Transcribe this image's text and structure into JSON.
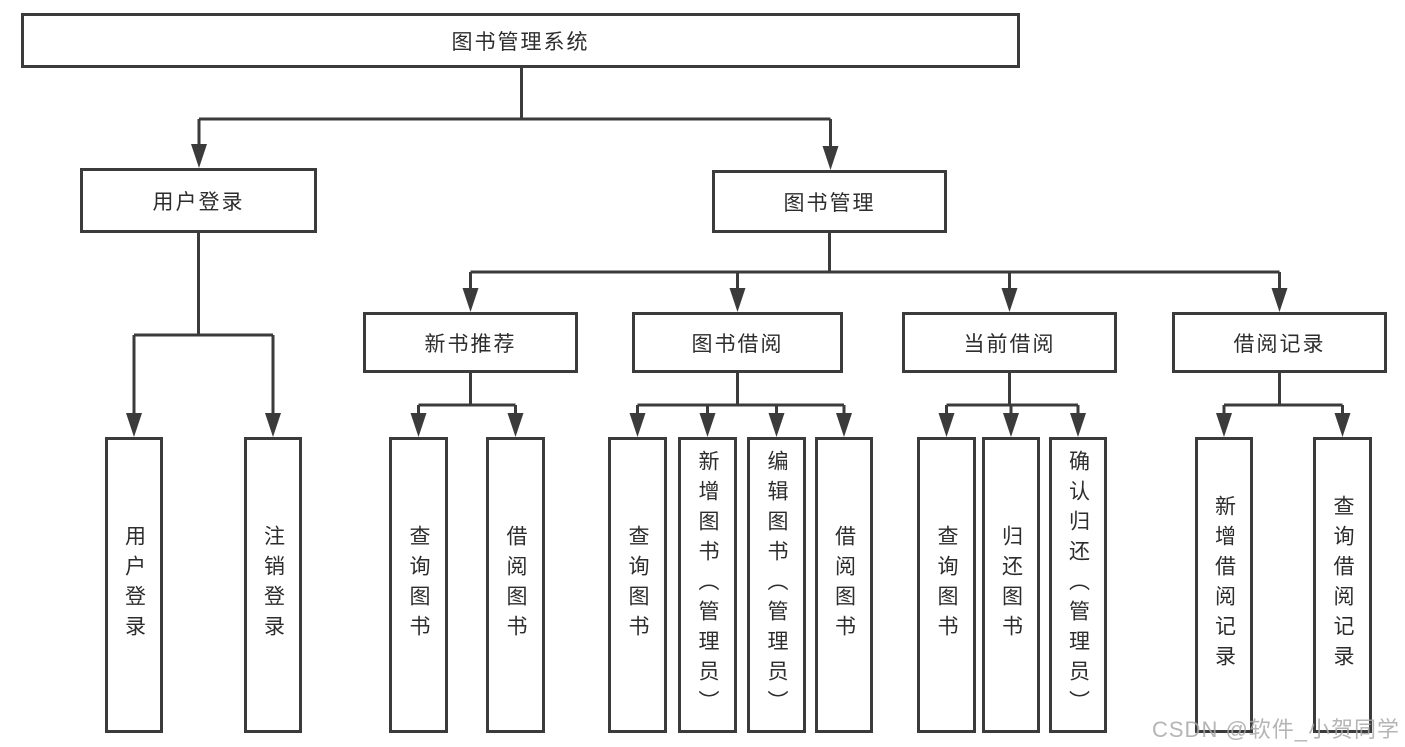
{
  "diagram": {
    "root": {
      "label": "图书管理系统"
    },
    "level1": [
      {
        "id": "user-login",
        "label": "用户登录"
      },
      {
        "id": "book-management",
        "label": "图书管理"
      }
    ],
    "level2": [
      {
        "id": "new-book-recommend",
        "label": "新书推荐",
        "parent": "图书管理"
      },
      {
        "id": "book-borrowing",
        "label": "图书借阅",
        "parent": "图书管理"
      },
      {
        "id": "current-borrowing",
        "label": "当前借阅",
        "parent": "图书管理"
      },
      {
        "id": "borrowing-records",
        "label": "借阅记录",
        "parent": "图书管理"
      }
    ],
    "leaves": [
      {
        "id": "user-login-leaf",
        "label": "用户登录",
        "parent": "用户登录"
      },
      {
        "id": "logout-leaf",
        "label": "注销登录",
        "parent": "用户登录"
      },
      {
        "id": "query-books-recommend",
        "label": "查询图书",
        "parent": "新书推荐"
      },
      {
        "id": "borrow-books-recommend",
        "label": "借阅图书",
        "parent": "新书推荐"
      },
      {
        "id": "query-books-borrowing",
        "label": "查询图书",
        "parent": "图书借阅"
      },
      {
        "id": "add-books-admin",
        "label": "新增图书（管理员）",
        "parent": "图书借阅"
      },
      {
        "id": "edit-books-admin",
        "label": "编辑图书（管理员）",
        "parent": "图书借阅"
      },
      {
        "id": "borrow-books-borrowing",
        "label": "借阅图书",
        "parent": "图书借阅"
      },
      {
        "id": "query-books-current",
        "label": "查询图书",
        "parent": "当前借阅"
      },
      {
        "id": "return-books",
        "label": "归还图书",
        "parent": "当前借阅"
      },
      {
        "id": "confirm-return-admin",
        "label": "确认归还（管理员）",
        "parent": "当前借阅"
      },
      {
        "id": "add-borrow-record",
        "label": "新增借阅记录",
        "parent": "借阅记录"
      },
      {
        "id": "query-borrow-record",
        "label": "查询借阅记录",
        "parent": "借阅记录"
      }
    ]
  },
  "watermark": {
    "text": "CSDN @软件_小贺同学"
  },
  "colors": {
    "line": "#3b3b3b",
    "text": "#2d2d2d",
    "watermark": "#a8a8a8",
    "background": "#ffffff"
  }
}
